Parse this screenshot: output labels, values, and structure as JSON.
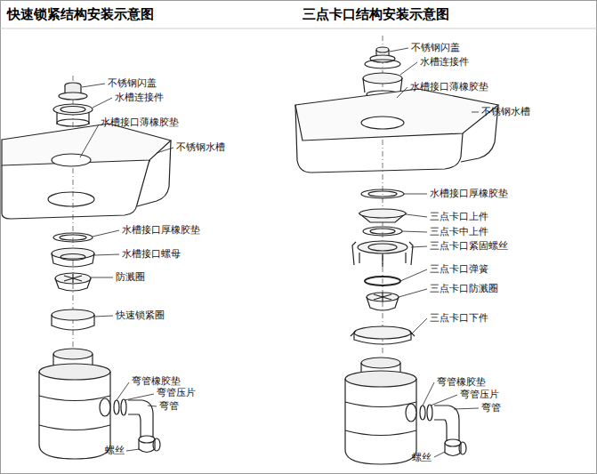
{
  "diagram": {
    "labels": [
      "快速锁紧结构安装示意图",
      "三点卡口结构安装示意图",
      "不锈钢闪盖",
      "水槽连接件",
      "水槽接口薄橡胶垫",
      "不锈钢水槽",
      "水槽接口厚橡胶垫",
      "水槽接口螺母",
      "防溅圈",
      "快速锁紧圈",
      "弯管橡胶垫",
      "弯管压片",
      "弯管",
      "螺丝",
      "不锈钢闪盖",
      "水槽连接件",
      "水槽接口薄橡胶垫",
      "不锈钢水槽",
      "水槽接口厚橡胶垫",
      "三点卡口上件",
      "三点卡中上件",
      "三点卡口紧固螺丝",
      "三点卡口弹簧",
      "三点卡口防溅圈",
      "三点卡口下件",
      "弯管橡胶垫",
      "弯管压片",
      "弯管",
      "螺丝"
    ]
  }
}
